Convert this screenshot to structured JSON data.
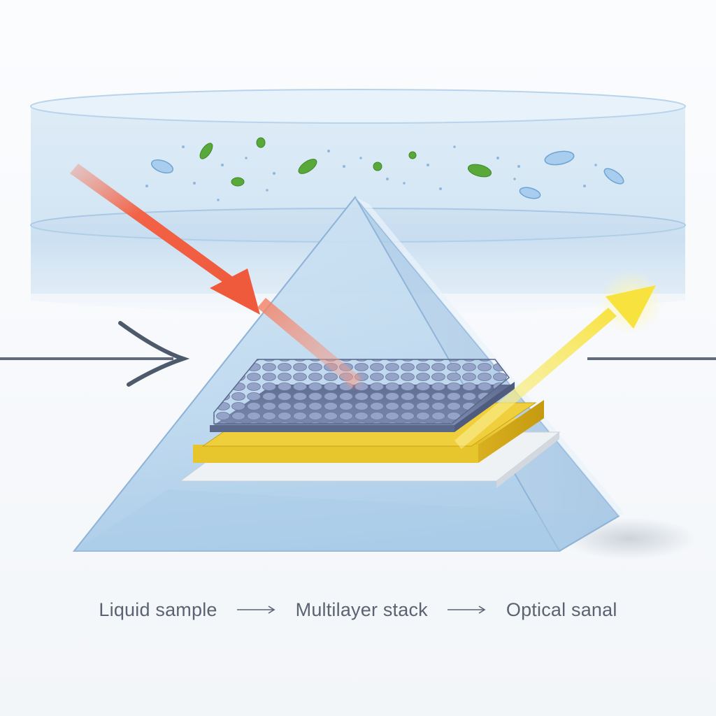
{
  "caption": {
    "step1": "Liquid sample",
    "step2": "Multilayer stack",
    "step3": "Optical sanal"
  },
  "icons": {
    "caption_arrow": "long-right-arrow-icon",
    "input_arrow": "chevron-arrow-icon"
  },
  "colors": {
    "background": "#f8fafc",
    "liquid": "#cfe3f3",
    "prism": "#b9d6ee",
    "incident_beam": "#f05a3c",
    "reflected_beam": "#f7e45a",
    "gold_layer": "#e3bf22",
    "sensing_layer": "#6e7da3",
    "caption_text": "#5b6373"
  }
}
